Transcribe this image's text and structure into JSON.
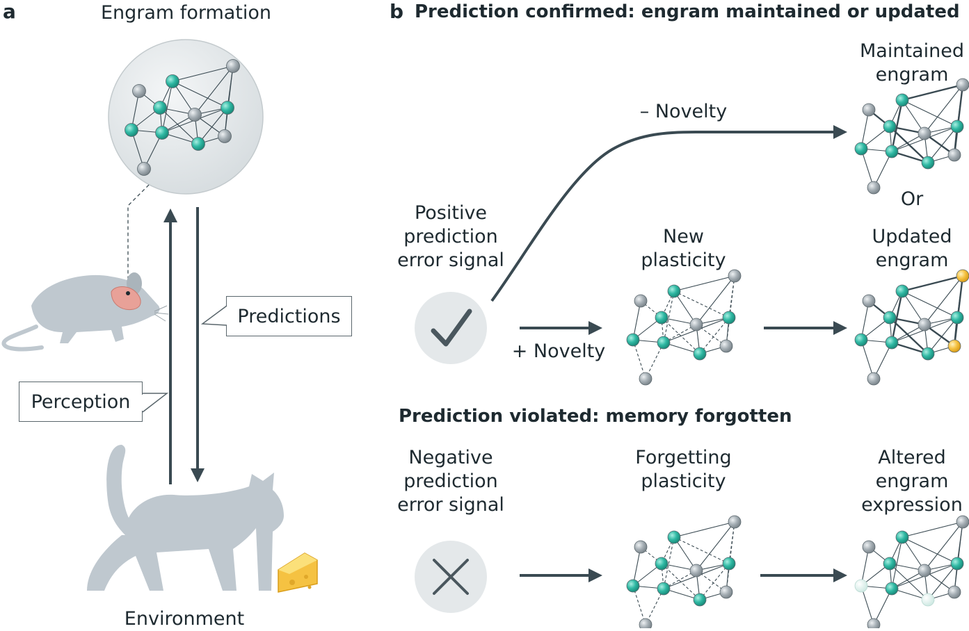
{
  "panel_a": {
    "letter": "a",
    "title": "Engram formation",
    "perception": "Perception",
    "predictions": "Predictions",
    "environment": "Environment"
  },
  "panel_b": {
    "letter": "b",
    "heading_confirmed": "Prediction confirmed: engram maintained or updated",
    "heading_violated": "Prediction violated: memory forgotten",
    "minus_novelty": "– Novelty",
    "plus_novelty": "+ Novelty",
    "positive_signal": [
      "Positive",
      "prediction",
      "error signal"
    ],
    "new_plasticity": [
      "New",
      "plasticity"
    ],
    "maintained": [
      "Maintained",
      "engram"
    ],
    "or": "Or",
    "updated": [
      "Updated",
      "engram"
    ],
    "negative_signal": [
      "Negative",
      "prediction",
      "error signal"
    ],
    "forgetting": [
      "Forgetting",
      "plasticity"
    ],
    "altered": [
      "Altered",
      "engram",
      "expression"
    ]
  },
  "colors": {
    "teal": "#2fb8a3",
    "grey_node": "#a7b0b6",
    "yellow": "#f5c242",
    "faded": "#d7efe9",
    "arrow": "#3a4a52",
    "silhouette": "#bfc8cf",
    "circle_fill": "#e4e8ea"
  },
  "icons": {
    "check": "check-icon",
    "cross": "cross-icon",
    "mouse": "mouse-icon",
    "cat": "cat-icon",
    "cheese": "cheese-icon"
  }
}
